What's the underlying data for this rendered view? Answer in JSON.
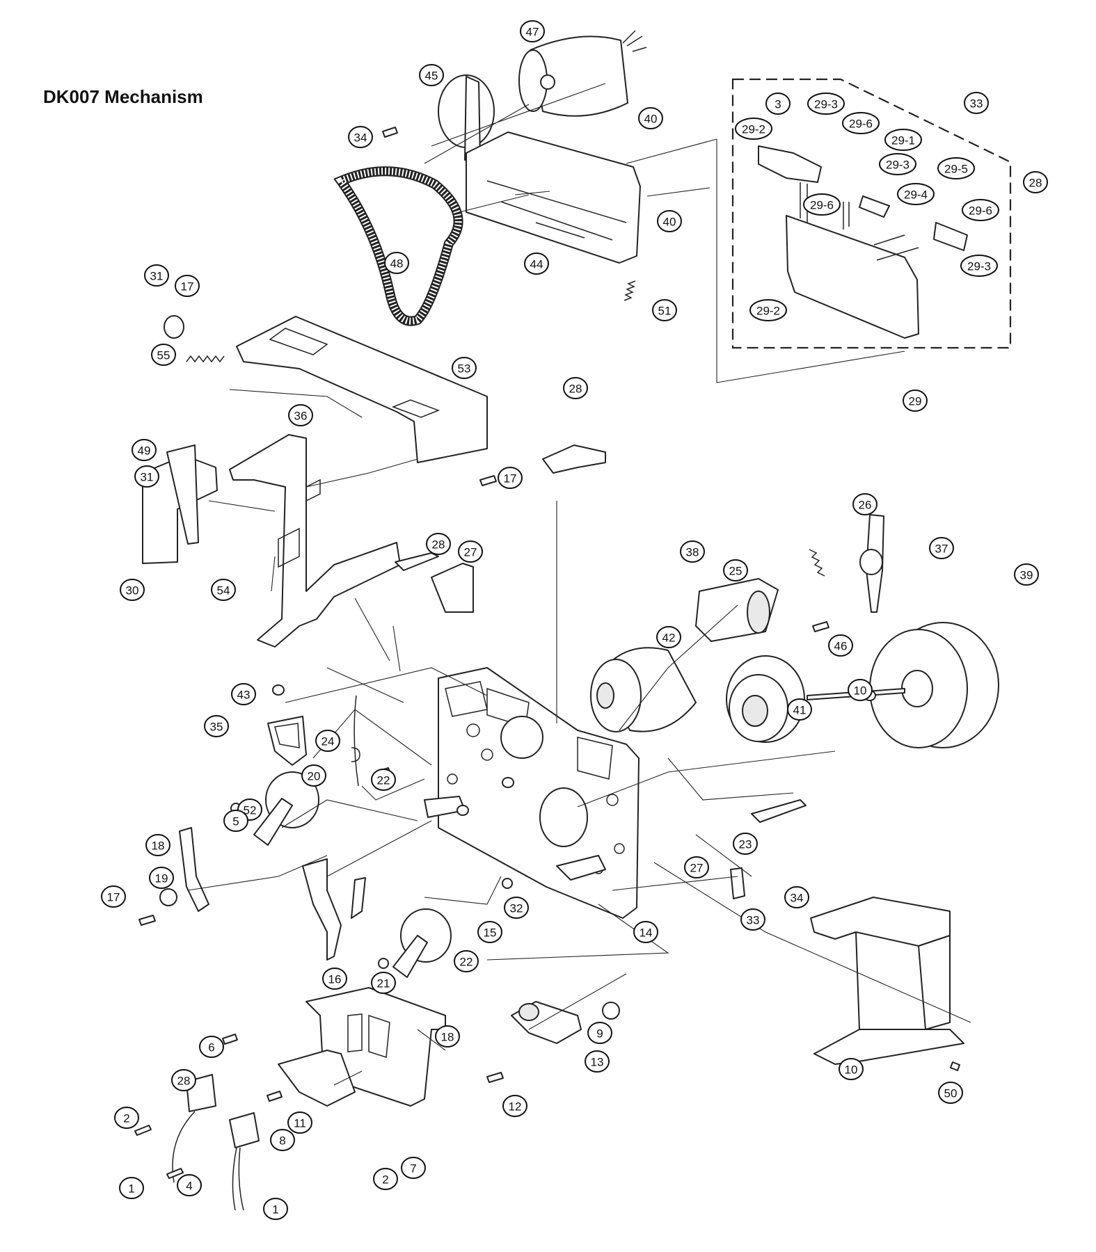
{
  "title": "DK007 Mechanism",
  "callouts": [
    "47",
    "45",
    "34",
    "40",
    "33",
    "28",
    "48",
    "44",
    "40",
    "51",
    "31",
    "17",
    "55",
    "53",
    "29",
    "28",
    "36",
    "49",
    "31",
    "17",
    "30",
    "54",
    "28",
    "27",
    "26",
    "37",
    "38",
    "25",
    "39",
    "42",
    "46",
    "10",
    "41",
    "43",
    "35",
    "24",
    "20",
    "22",
    "52",
    "5",
    "18",
    "19",
    "17",
    "16",
    "23",
    "27",
    "34",
    "33",
    "32",
    "14",
    "15",
    "22",
    "21",
    "18",
    "9",
    "13",
    "12",
    "10",
    "50",
    "28",
    "6",
    "2",
    "1",
    "11",
    "2",
    "7",
    "8",
    "4",
    "1",
    "3",
    "29-3",
    "29-6",
    "29-2",
    "29-1",
    "29-3",
    "29-6",
    "29-4",
    "29-5",
    "29-6",
    "29-3",
    "29-2",
    "29-6"
  ]
}
